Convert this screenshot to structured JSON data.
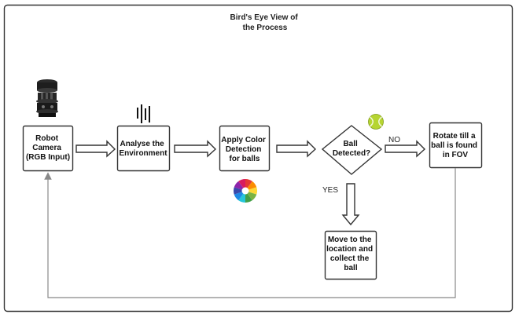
{
  "title_lines": [
    "Bird's Eye View  of",
    "the Process"
  ],
  "nodes": {
    "robot_camera": [
      "Robot",
      "Camera",
      "(RGB Input)"
    ],
    "analyse": [
      "Analyse the",
      "Environment"
    ],
    "color_detection": [
      "Apply Color",
      "Detection",
      "for balls"
    ],
    "decision": [
      "Ball",
      "Detected?"
    ],
    "rotate": [
      "Rotate till a",
      "ball is found",
      "in FOV"
    ],
    "move_collect": [
      "Move to the",
      "location and",
      "collect the",
      "ball"
    ]
  },
  "edge_labels": {
    "no": "NO",
    "yes": "YES"
  },
  "icons": {
    "robot": "robot-icon",
    "sound_wave": "sound-wave-icon",
    "color_wheel": "color-wheel-icon",
    "tennis_ball": "tennis-ball-icon"
  },
  "colors": {
    "frame": "#333333",
    "box_border": "#333333",
    "arrow": "#333333",
    "loop_line": "#888888",
    "tennis_ball": "#b6d531"
  }
}
